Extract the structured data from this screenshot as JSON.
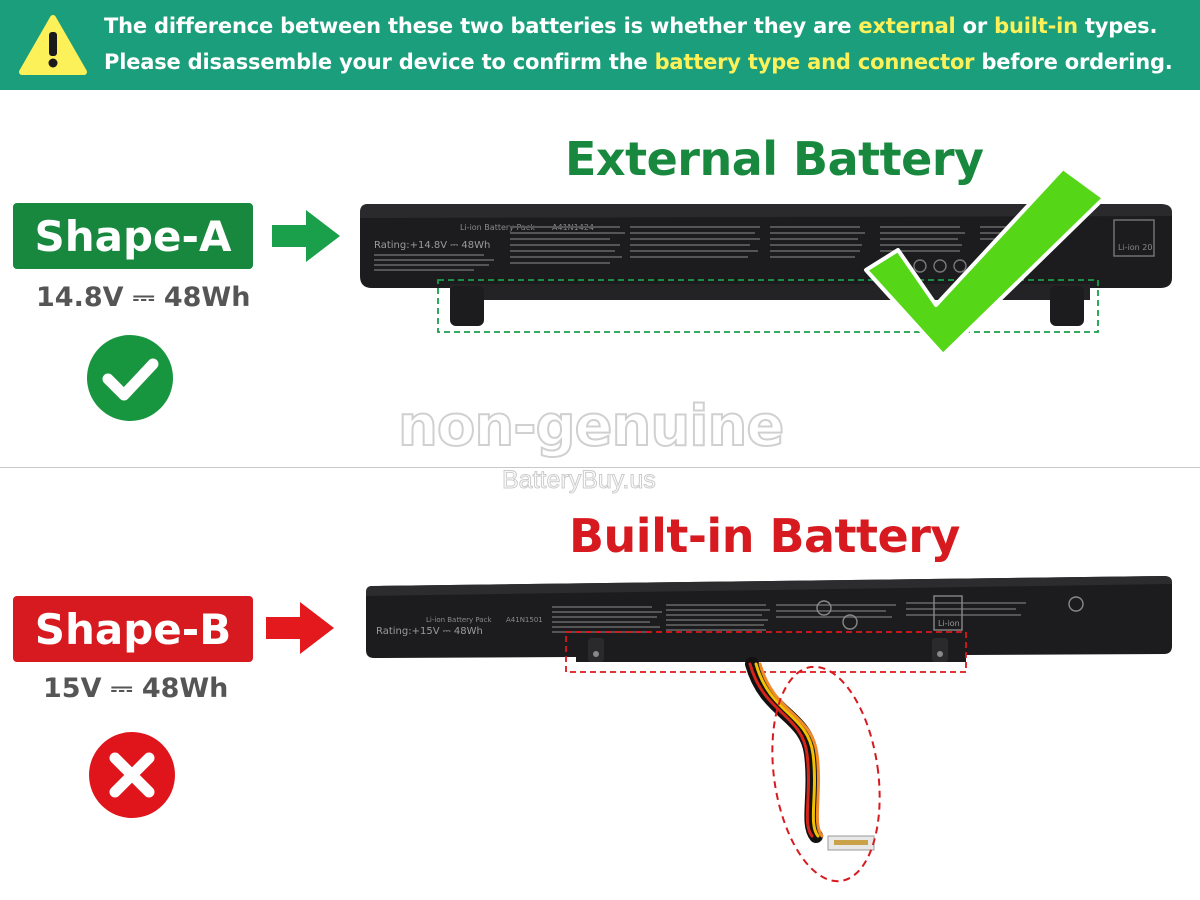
{
  "banner": {
    "line1": [
      {
        "text": "The difference between these two batteries is whether they are ",
        "highlight": false
      },
      {
        "text": "external",
        "highlight": true
      },
      {
        "text": " or ",
        "highlight": false
      },
      {
        "text": "built-in",
        "highlight": true
      },
      {
        "text": " types.",
        "highlight": false
      }
    ],
    "line2": [
      {
        "text": "Please disassemble your device to confirm the ",
        "highlight": false
      },
      {
        "text": "battery type and connector",
        "highlight": true
      },
      {
        "text": " before ordering.",
        "highlight": false
      }
    ],
    "icon": "warning-triangle-icon",
    "bg_color": "#1a9e7c",
    "highlight_color": "#fdf15a"
  },
  "shape_a": {
    "label": "Shape-A",
    "spec": "14.8V ⎓ 48Wh",
    "title": "External Battery",
    "status": "check-icon",
    "color": "#18883e",
    "battery": {
      "label_line1": "Li-ion Battery Pack",
      "model": "A41N1424",
      "rating": "Rating:+14.8V ⎓ 48Wh",
      "ship_text": "Li-ion 20"
    }
  },
  "shape_b": {
    "label": "Shape-B",
    "spec": "15V ⎓ 48Wh",
    "title": "Built-in Battery",
    "status": "cross-icon",
    "color": "#d71a1f",
    "battery": {
      "label_line1": "Li-ion Battery Pack",
      "model": "A41N1501",
      "rating": "Rating:+15V ⎓ 48Wh",
      "recycle": "Li-ion"
    }
  },
  "watermark": {
    "main": "non-genuine",
    "site": "BatteryBuy.us"
  }
}
